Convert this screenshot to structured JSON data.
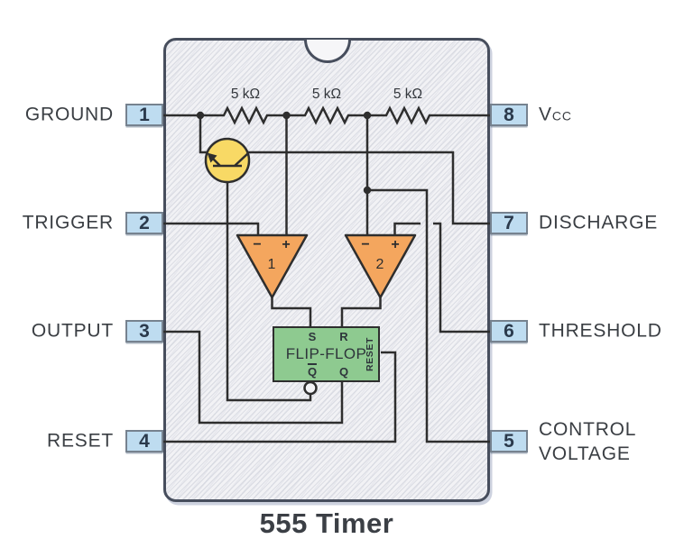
{
  "diagram": {
    "title": "555 Timer",
    "pins": [
      {
        "number": "1",
        "label": "GROUND"
      },
      {
        "number": "2",
        "label": "TRIGGER"
      },
      {
        "number": "3",
        "label": "OUTPUT"
      },
      {
        "number": "4",
        "label": "RESET"
      },
      {
        "number": "5",
        "label_line1": "CONTROL",
        "label_line2": "VOLTAGE"
      },
      {
        "number": "6",
        "label": "THRESHOLD"
      },
      {
        "number": "7",
        "label": "DISCHARGE"
      },
      {
        "number": "8",
        "label_main": "V",
        "label_sub": "CC"
      }
    ],
    "resistors": [
      {
        "label": "5 kΩ"
      },
      {
        "label": "5 kΩ"
      },
      {
        "label": "5 kΩ"
      }
    ],
    "comparators": [
      {
        "number": "1",
        "minus": "−",
        "plus": "+"
      },
      {
        "number": "2",
        "minus": "−",
        "plus": "+"
      }
    ],
    "flip_flop": {
      "label": "FLIP-FLOP",
      "s_input": "S",
      "r_input": "R",
      "q_bar_output": "Q",
      "q_output": "Q",
      "reset_input": "RESET"
    },
    "colors": {
      "pin_box_fill": "#bedcf0",
      "pin_box_border": "#76828f",
      "comparator_fill": "#f4a65e",
      "transistor_fill": "#f8d965",
      "flip_flop_fill": "#8eca90",
      "chip_fill": "#f2f2f5",
      "chip_border": "#474e5d",
      "wire": "#2e2e2e",
      "label_text": "#3a3e43"
    }
  }
}
